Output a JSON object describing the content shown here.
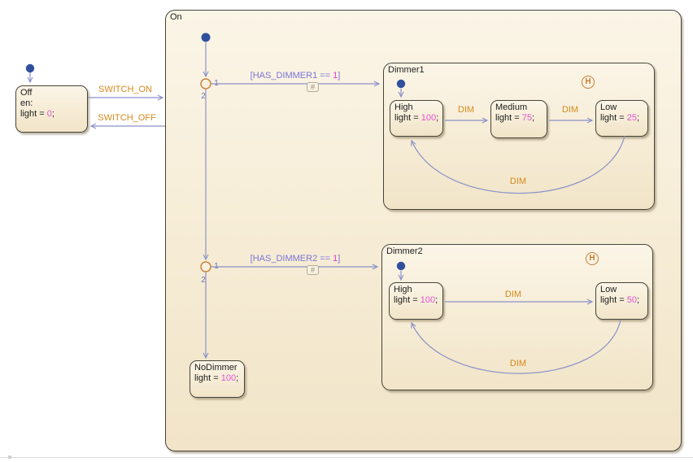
{
  "colors": {
    "state_fill": "#f8f0dd",
    "state_border": "#46443a",
    "transition": "#8a91c9",
    "event_label": "#d6891b",
    "condition_label": "#7b74d8",
    "number_literal": "#e551d6",
    "initial_dot": "#30509e",
    "junction_ring": "#c97e35",
    "history_ring": "#c87d32"
  },
  "off": {
    "title": "Off",
    "entry_label": "en:",
    "body": {
      "prefix": "light = ",
      "value": "0",
      "suffix": ";"
    }
  },
  "on": {
    "title": "On"
  },
  "junctions": {
    "out1": "1",
    "out2": "2",
    "hash": "#"
  },
  "transitions": {
    "switch_on": "SWITCH_ON",
    "switch_off": "SWITCH_OFF",
    "cond1": {
      "prefix": "[HAS_DIMMER1 == ",
      "value": "1",
      "suffix": "]"
    },
    "cond2": {
      "prefix": "[HAS_DIMMER2 == ",
      "value": "1",
      "suffix": "]"
    },
    "dim": "DIM"
  },
  "dimmer1": {
    "title": "Dimmer1",
    "history": "H",
    "high": {
      "title": "High",
      "body": {
        "prefix": "light = ",
        "value": "100",
        "suffix": ";"
      }
    },
    "medium": {
      "title": "Medium",
      "body": {
        "prefix": "light = ",
        "value": "75",
        "suffix": ";"
      }
    },
    "low": {
      "title": "Low",
      "body": {
        "prefix": "light = ",
        "value": "25",
        "suffix": ";"
      }
    }
  },
  "dimmer2": {
    "title": "Dimmer2",
    "history": "H",
    "high": {
      "title": "High",
      "body": {
        "prefix": "light = ",
        "value": "100",
        "suffix": ";"
      }
    },
    "low": {
      "title": "Low",
      "body": {
        "prefix": "light = ",
        "value": "50",
        "suffix": ";"
      }
    }
  },
  "nodimmer": {
    "title": "NoDimmer",
    "body": {
      "prefix": "light = ",
      "value": "100",
      "suffix": ";"
    }
  }
}
